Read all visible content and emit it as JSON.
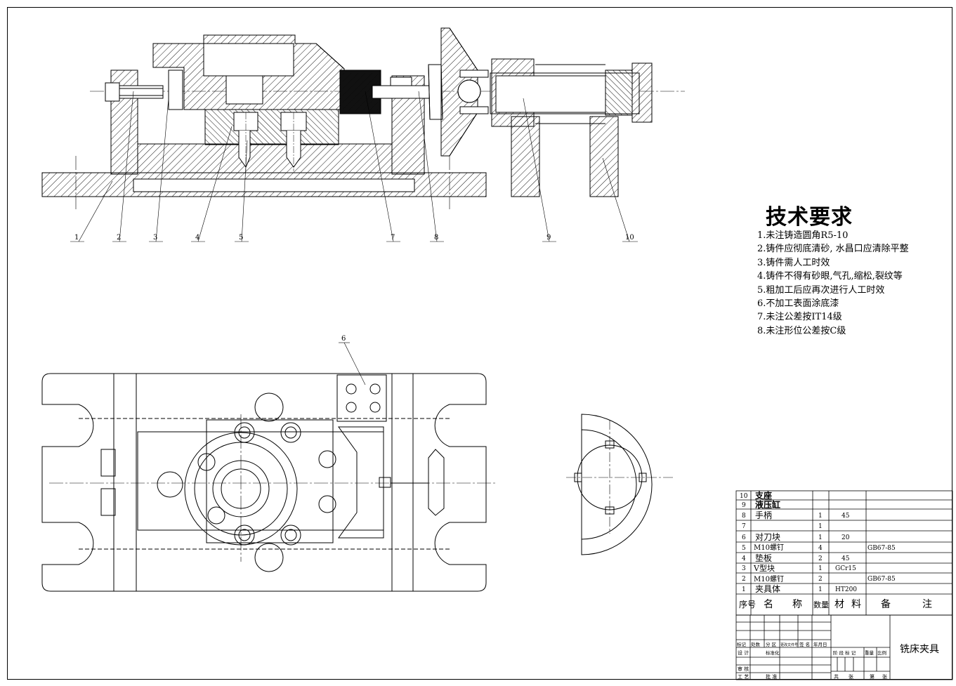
{
  "drawing_title": "铣床夹具",
  "tech_requirements": {
    "title": "技术要求",
    "items": [
      "1.未注铸造圆角R5-10",
      "2.铸件应彻底清砂, 水昌口应清除平整",
      "3.铸件需人工时效",
      "4.铸件不得有砂眼,气孔,缩松,裂纹等",
      "5.粗加工后应再次进行人工时效",
      "6.不加工表面涂底漆",
      "7.未注公差按IT14级",
      "8.未注形位公差按C级"
    ]
  },
  "callouts": [
    "1",
    "2",
    "3",
    "4",
    "5",
    "6",
    "7",
    "8",
    "9",
    "10"
  ],
  "bom": {
    "headers": [
      "序号",
      "名",
      "称",
      "数量",
      "材",
      "料",
      "备",
      "注"
    ],
    "rows": [
      {
        "no": "10",
        "name": "支座",
        "qty": "",
        "material": "",
        "note": ""
      },
      {
        "no": "9",
        "name": "液压缸",
        "qty": "",
        "material": "",
        "note": ""
      },
      {
        "no": "8",
        "name": "手柄",
        "qty": "1",
        "material": "45",
        "note": ""
      },
      {
        "no": "7",
        "name": "",
        "qty": "1",
        "material": "",
        "note": ""
      },
      {
        "no": "6",
        "name": "对刀块",
        "qty": "1",
        "material": "20",
        "note": ""
      },
      {
        "no": "5",
        "name": "M10螺钉",
        "qty": "4",
        "material": "",
        "note": "GB67-85"
      },
      {
        "no": "4",
        "name": "垫板",
        "qty": "2",
        "material": "45",
        "note": ""
      },
      {
        "no": "3",
        "name": "V型块",
        "qty": "1",
        "material": "GCr15",
        "note": ""
      },
      {
        "no": "2",
        "name": "M10螺钉",
        "qty": "2",
        "material": "",
        "note": "GB67-85"
      },
      {
        "no": "1",
        "name": "夹具体",
        "qty": "1",
        "material": "HT200",
        "note": ""
      }
    ]
  },
  "title_block": {
    "row_labels": [
      "标记",
      "处数",
      "分 区",
      "更改文件号",
      "签 名",
      "年月日"
    ],
    "design": "设 计",
    "std": "标准化",
    "review": "审 核",
    "process": "工 艺",
    "approve": "批 准",
    "stage": "阶 段 标 记",
    "weight": "重量",
    "scale": "比例",
    "total": "共",
    "sheets": "张",
    "sheet_no": "第",
    "sheet_unit": "张"
  },
  "colors": {
    "line": "#000000",
    "fill_dark": "#111111",
    "paper": "#ffffff"
  }
}
